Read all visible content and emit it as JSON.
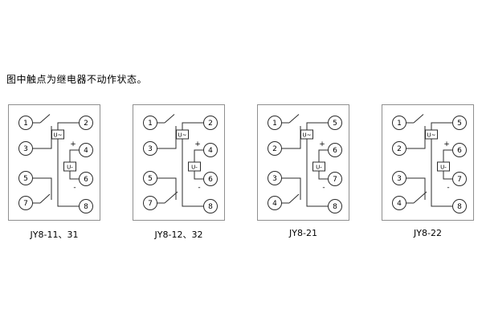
{
  "note": "图中触点为继电器不动作状态。",
  "colors": {
    "background": "#ffffff",
    "line": "#2b2b2b",
    "frame": "#8f8f8f",
    "text": "#000000"
  },
  "panels": [
    {
      "caption": "JY8-11、31",
      "left_terminals": [
        "1",
        "3",
        "5",
        "7"
      ],
      "right_terminals": [
        "2",
        "4",
        "6",
        "8"
      ],
      "ac_coil_label": "U~",
      "dc_coil_label": "U-",
      "plus_label": "+",
      "minus_label": "-"
    },
    {
      "caption": "JY8-12、32",
      "left_terminals": [
        "1",
        "3",
        "5",
        "7"
      ],
      "right_terminals": [
        "2",
        "4",
        "6",
        "8"
      ],
      "ac_coil_label": "U~",
      "dc_coil_label": "U-",
      "plus_label": "+",
      "minus_label": "-"
    },
    {
      "caption": "JY8-21",
      "left_terminals": [
        "1",
        "2",
        "3",
        "4"
      ],
      "right_terminals": [
        "5",
        "6",
        "7",
        "8"
      ],
      "ac_coil_label": "U~",
      "dc_coil_label": "U-",
      "plus_label": "+",
      "minus_label": "-"
    },
    {
      "caption": "JY8-22",
      "left_terminals": [
        "1",
        "2",
        "3",
        "4"
      ],
      "right_terminals": [
        "5",
        "6",
        "7",
        "8"
      ],
      "ac_coil_label": "U~",
      "dc_coil_label": "U-",
      "plus_label": "+",
      "minus_label": "-"
    }
  ]
}
